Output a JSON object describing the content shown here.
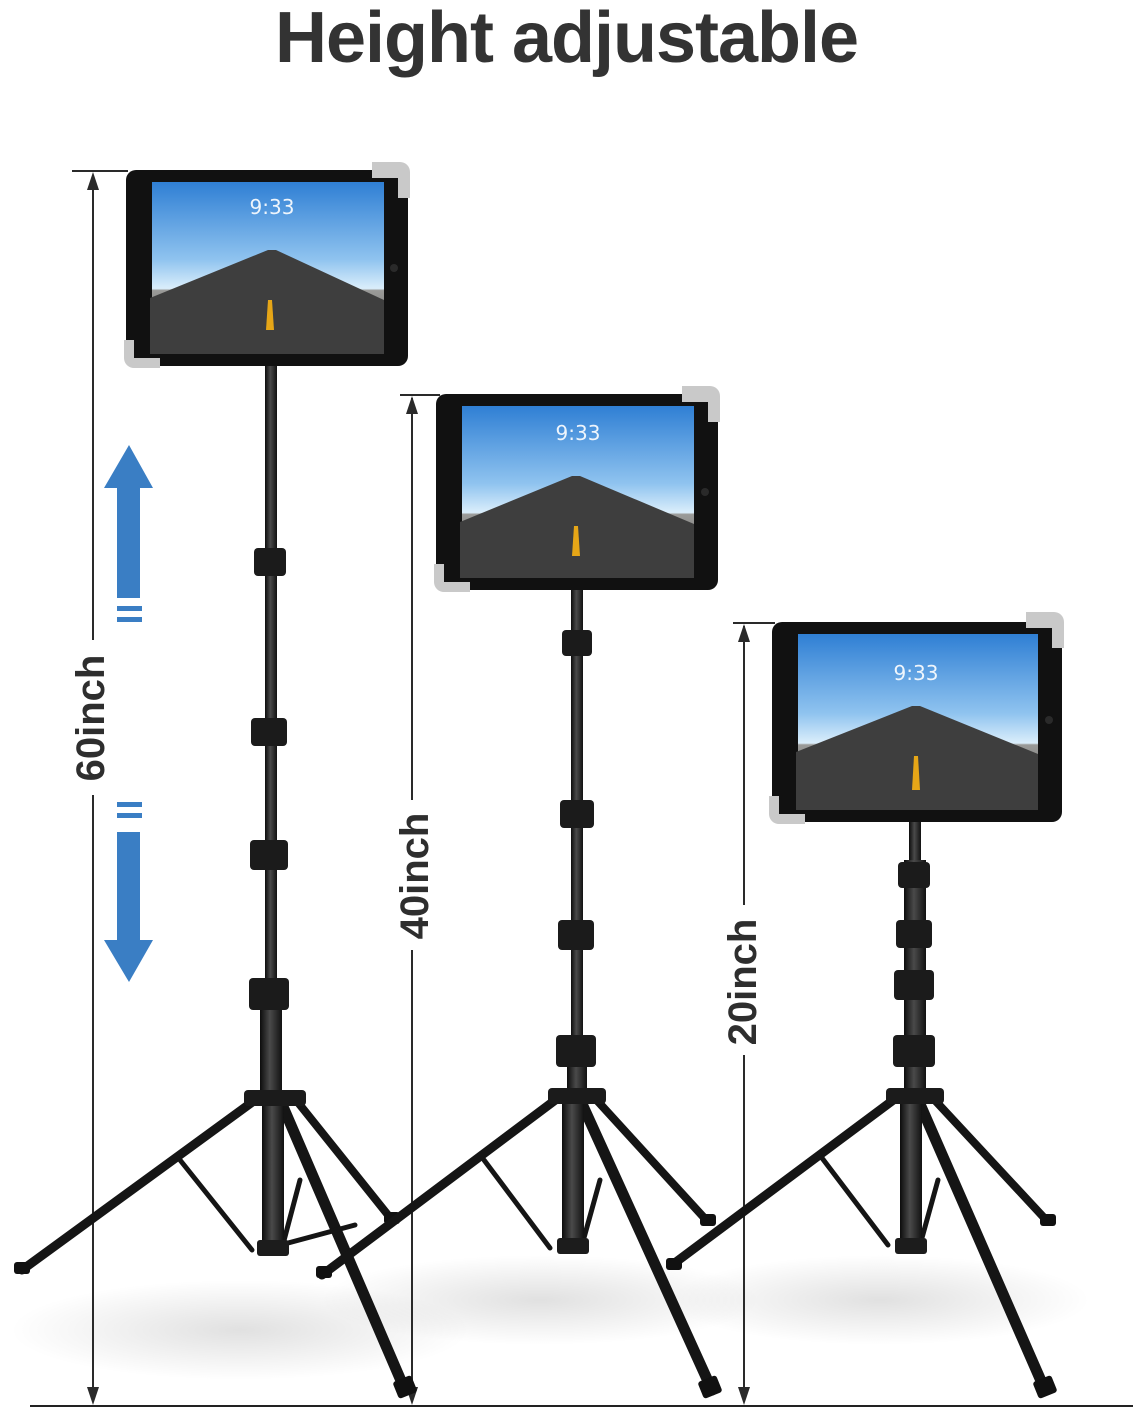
{
  "headline": "Height adjustable",
  "colors": {
    "headline": "#333333",
    "arrow_blue": "#3a7ec4",
    "stand_black": "#1a1a1a",
    "dimension_line": "#2a2a2a"
  },
  "stands": [
    {
      "id": "tall",
      "height_label": "60inch",
      "screen_time": "9:33"
    },
    {
      "id": "medium",
      "height_label": "40inch",
      "screen_time": "9:33"
    },
    {
      "id": "short",
      "height_label": "20inch",
      "screen_time": "9:33"
    }
  ],
  "icons": {
    "adjust_up": "arrow-up-icon",
    "adjust_down": "arrow-down-icon"
  }
}
